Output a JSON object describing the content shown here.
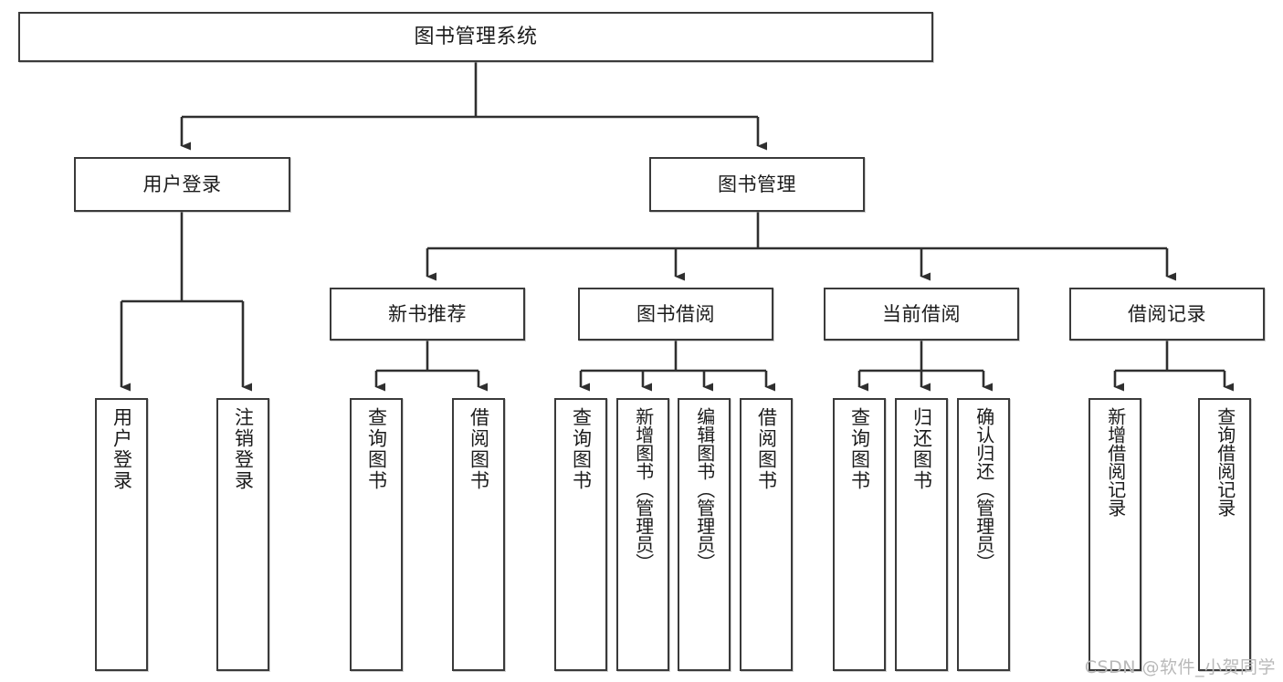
{
  "diagram": {
    "title": "图书管理系统",
    "type": "functional-structure-tree",
    "root": {
      "label": "图书管理系统"
    },
    "level1": [
      {
        "label": "用户登录"
      },
      {
        "label": "图书管理"
      }
    ],
    "level2": [
      {
        "label": "新书推荐"
      },
      {
        "label": "图书借阅"
      },
      {
        "label": "当前借阅"
      },
      {
        "label": "借阅记录"
      }
    ],
    "leaves": {
      "user_login": [
        {
          "label": "用户登录"
        },
        {
          "label": "注销登录"
        }
      ],
      "new_book_recommend": [
        {
          "label": "查询图书"
        },
        {
          "label": "借阅图书"
        }
      ],
      "book_borrow": [
        {
          "label": "查询图书"
        },
        {
          "label": "新增图书（管理员）"
        },
        {
          "label": "编辑图书（管理员）"
        },
        {
          "label": "借阅图书"
        }
      ],
      "current_borrow": [
        {
          "label": "查询图书"
        },
        {
          "label": "归还图书"
        },
        {
          "label": "确认归还（管理员）"
        }
      ],
      "borrow_record": [
        {
          "label": "新增借阅记录"
        },
        {
          "label": "查询借阅记录"
        }
      ]
    }
  },
  "watermark": {
    "text": "CSDN @软件_小贺同学"
  },
  "colors": {
    "stroke": "#3a3a3a",
    "text": "#1b1b1b",
    "background": "#ffffff",
    "watermark": "#b9b9b9"
  }
}
